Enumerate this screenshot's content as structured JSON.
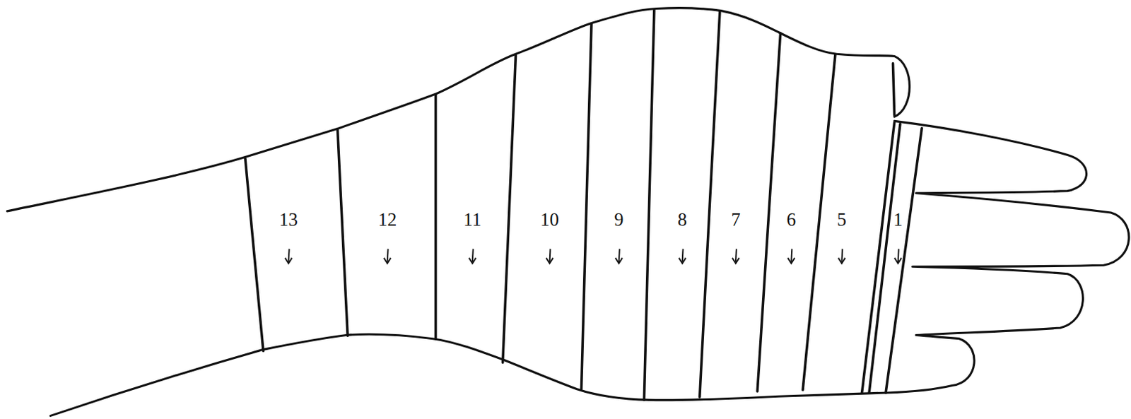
{
  "diagram": {
    "labels": [
      "13",
      "12",
      "11",
      "10",
      "9",
      "8",
      "7",
      "6",
      "5",
      "1"
    ]
  }
}
